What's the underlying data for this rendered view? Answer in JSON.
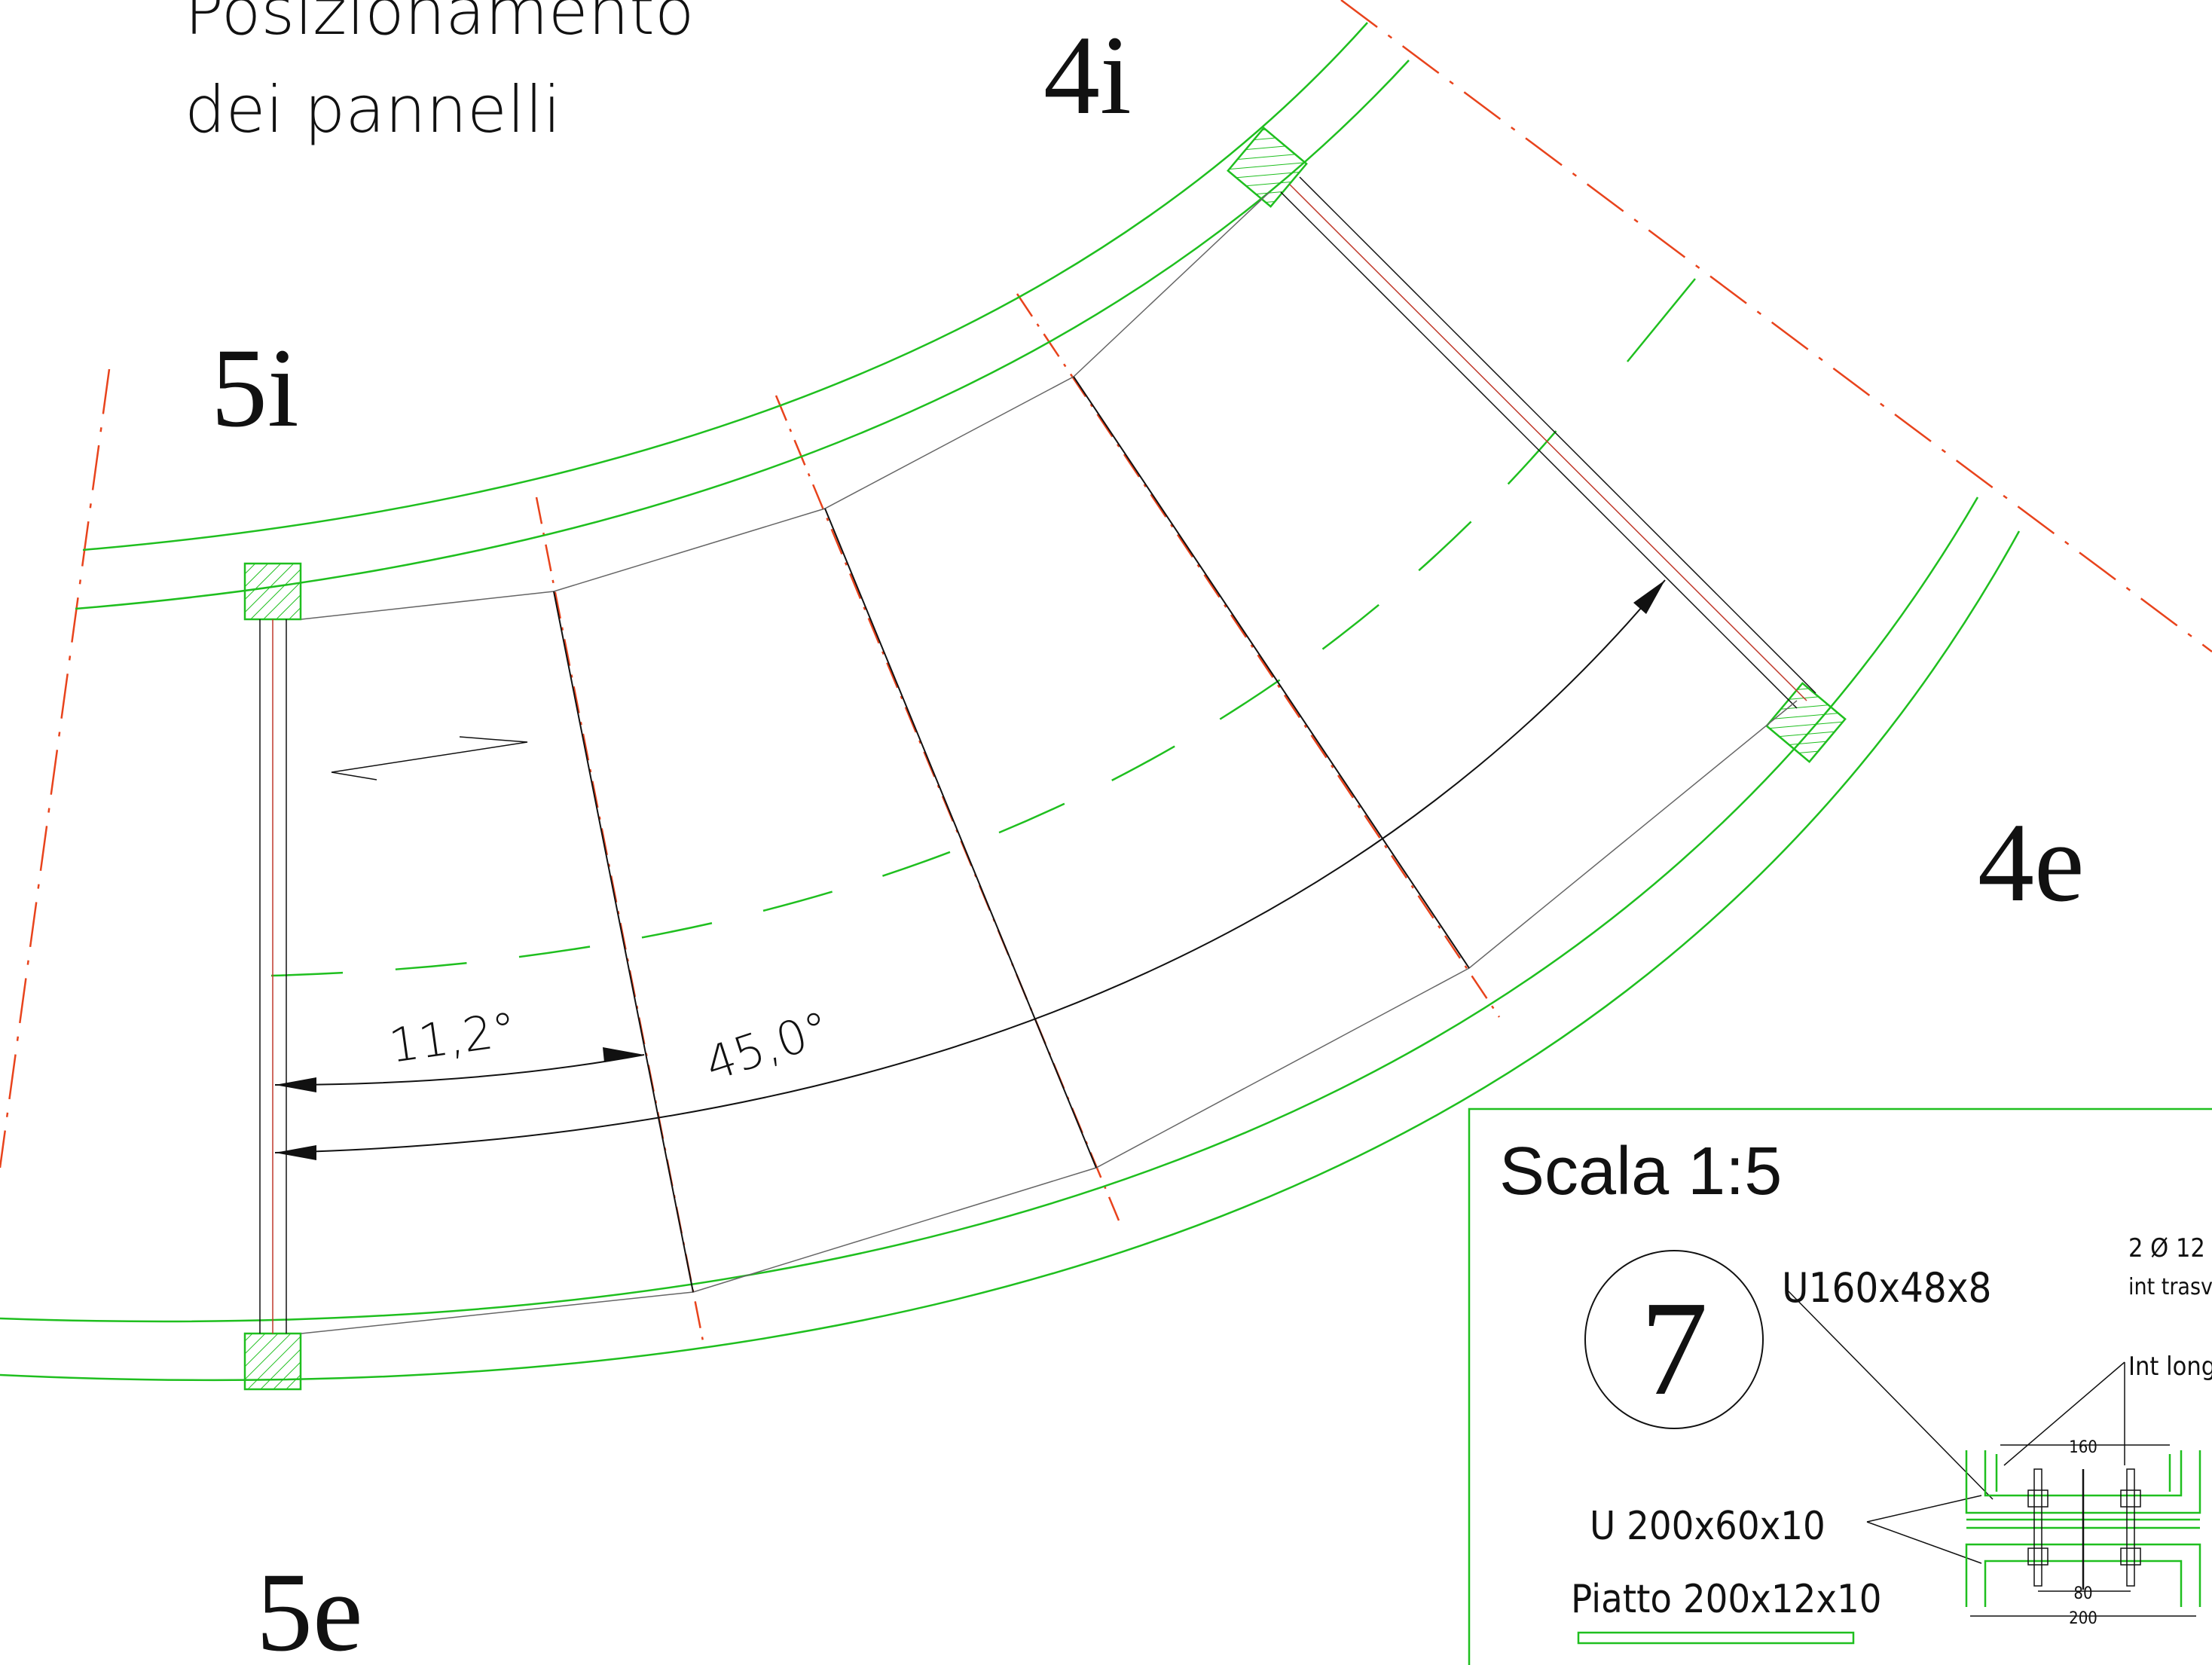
{
  "title_line1": "Posizionamento",
  "title_line2": "dei pannelli",
  "labels": {
    "label_4i": "4i",
    "label_5i": "5i",
    "label_4e": "4e",
    "label_5e": "5e"
  },
  "angles": {
    "angle_small": "11,2°",
    "angle_large": "45,0°"
  },
  "detail": {
    "scale": "Scala 1:5",
    "number": "7",
    "profile_top": "U160x48x8",
    "profile_u": "U 200x60x10",
    "plate": "Piatto 200x12x10",
    "bolts": "2 Ø 12",
    "int_trasv": "int trasv",
    "int_long": "Int long=",
    "dim_160": "160",
    "dim_80": "80",
    "dim_200": "200"
  },
  "colors": {
    "green": "#1fbf1f",
    "red": "#e8431c",
    "black": "#111111"
  }
}
